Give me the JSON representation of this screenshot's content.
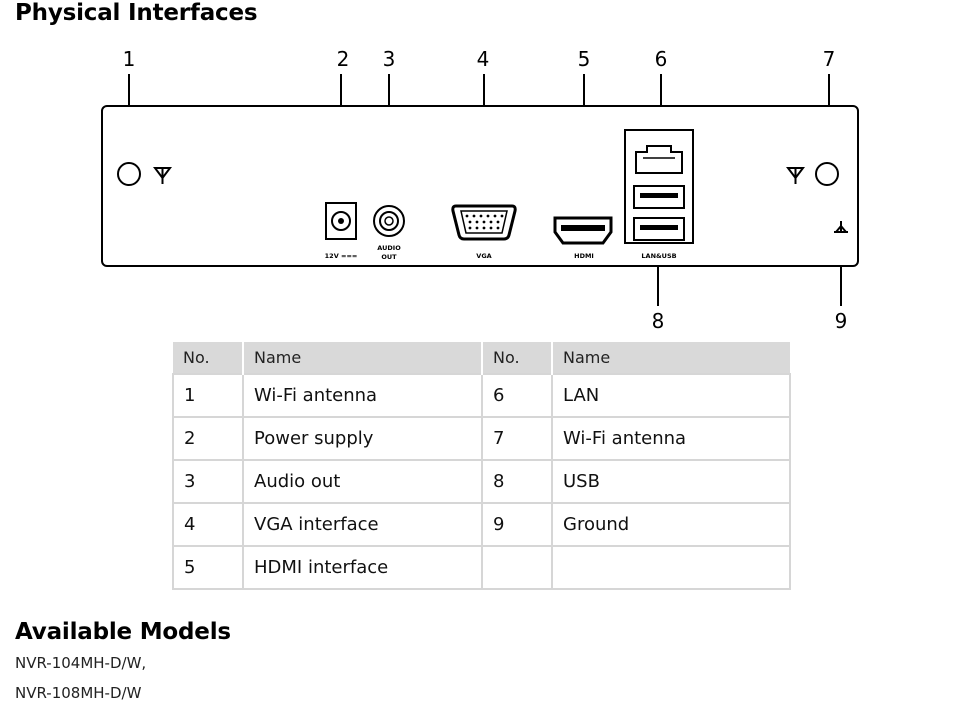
{
  "title": "Physical Interfaces",
  "callouts": [
    "1",
    "2",
    "3",
    "4",
    "5",
    "6",
    "7",
    "8",
    "9"
  ],
  "port_labels": {
    "power": "12V ===",
    "audio_line1": "AUDIO",
    "audio_line2": "OUT",
    "vga": "VGA",
    "hdmi": "HDMI",
    "lan_usb": "LAN&USB"
  },
  "table": {
    "headers": [
      "No.",
      "Name",
      "No.",
      "Name"
    ],
    "rows": [
      [
        "1",
        "Wi-Fi antenna",
        "6",
        "LAN"
      ],
      [
        "2",
        "Power supply",
        "7",
        "Wi-Fi antenna"
      ],
      [
        "3",
        "Audio out",
        "8",
        "USB"
      ],
      [
        "4",
        "VGA interface",
        "9",
        "Ground"
      ],
      [
        "5",
        "HDMI interface",
        "",
        ""
      ]
    ]
  },
  "models_title": "Available Models",
  "models": [
    "NVR-104MH-D/W,",
    "NVR-108MH-D/W"
  ]
}
